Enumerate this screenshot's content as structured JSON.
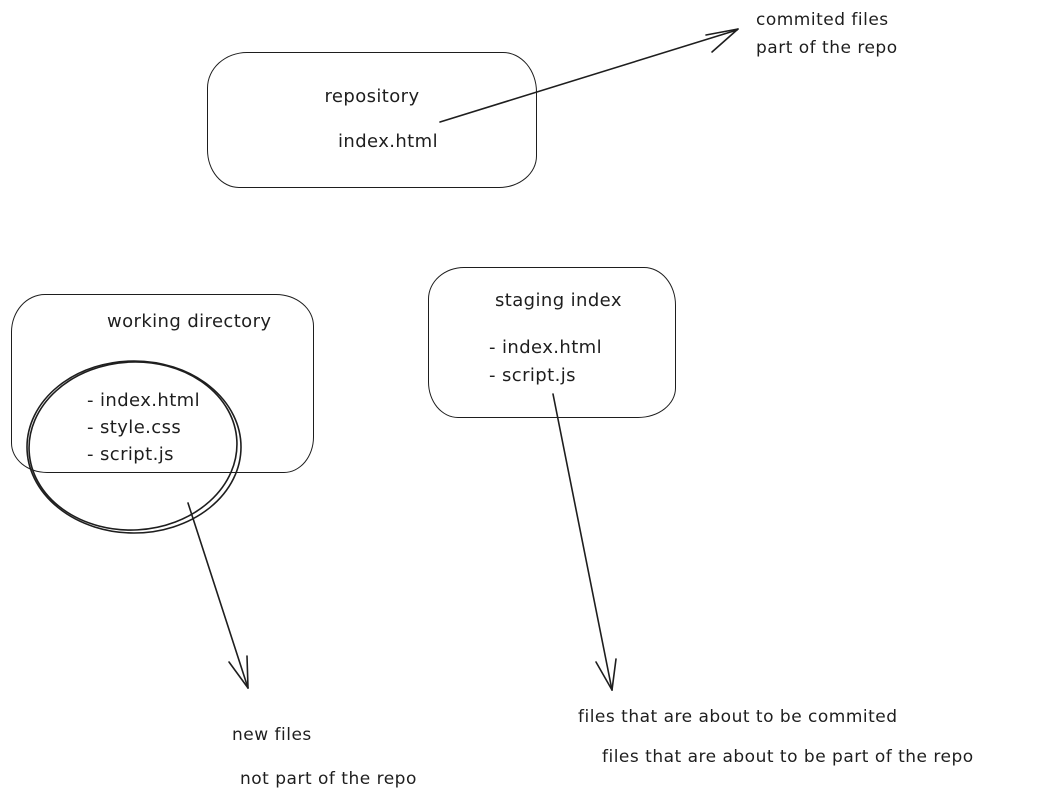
{
  "diagram": {
    "background": "#ffffff",
    "ink": "#1e1e1e"
  },
  "nodes": {
    "repository": {
      "title": "repository",
      "files": [
        "index.html"
      ]
    },
    "working_directory": {
      "title": "working directory",
      "files": [
        "- index.html",
        "- style.css",
        "- script.js"
      ]
    },
    "staging_index": {
      "title": "staging index",
      "files": [
        "- index.html",
        "- script.js"
      ]
    }
  },
  "annotations": {
    "committed_files": {
      "line1": "commited files",
      "line2": "part of the repo"
    },
    "new_files": {
      "line1": "new files",
      "line2": "not part of the repo"
    },
    "staging_files": {
      "line1": "files that are about to be commited",
      "line2": "files that are about to be part of the repo"
    }
  }
}
